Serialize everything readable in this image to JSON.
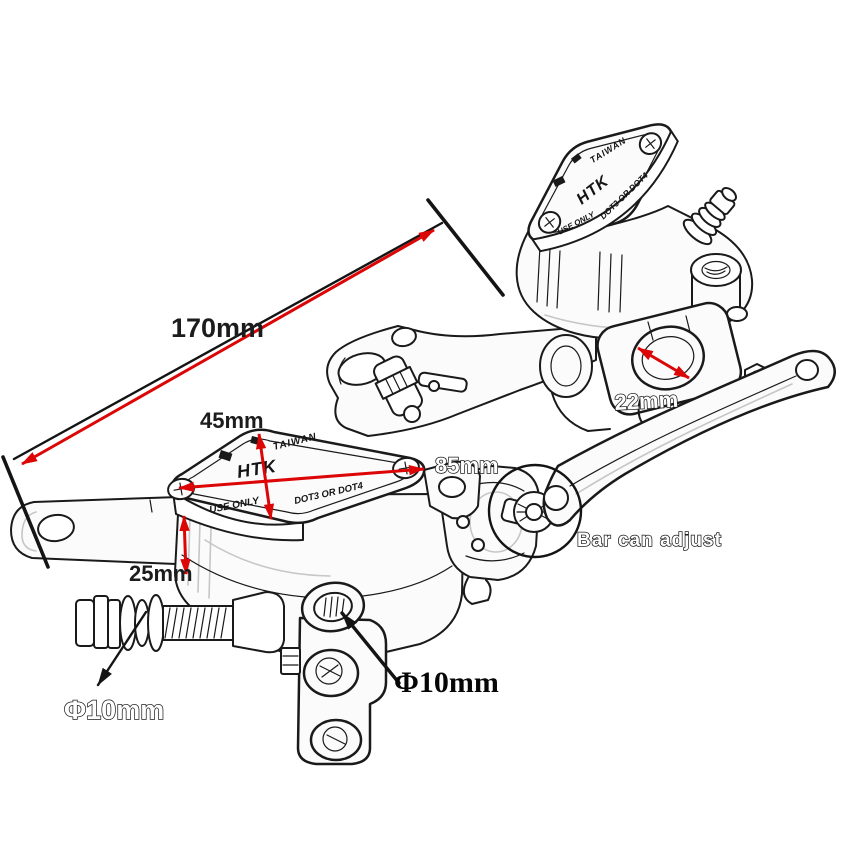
{
  "page": {
    "background": "#ffffff"
  },
  "drawing": {
    "subject": "pair of motorcycle brake/clutch master cylinder levers, technical line illustration",
    "colors": {
      "line": "#1a1a1a",
      "dimension_red": "#dc0606",
      "body_fill": "#fbfbfb"
    },
    "annotations": {
      "length_overall": {
        "label": "170mm"
      },
      "reservoir_width": {
        "label": "45mm"
      },
      "reservoir_length": {
        "label": "85mm"
      },
      "reservoir_depth": {
        "label": "25mm"
      },
      "clamp_bore": {
        "label": "22mm"
      },
      "pushrod_diameter": {
        "label": "Φ10mm"
      },
      "banjo_hole_diameter": {
        "label": "Φ10mm"
      },
      "adjuster_note": {
        "label": "Bar can adjust"
      }
    },
    "lid_markings": {
      "origin": "TAIWAN",
      "brand": "HTK",
      "fluid_spec": "DOT3 OR DOT4",
      "fluid_use": "USE ONLY"
    }
  }
}
